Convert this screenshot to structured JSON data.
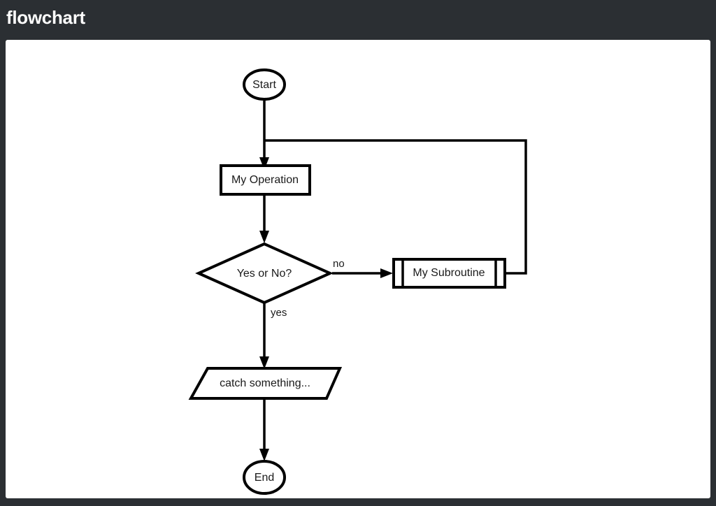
{
  "header": {
    "title": "flowchart",
    "background_color": "#2b2f33",
    "text_color": "#ffffff"
  },
  "canvas": {
    "background_color": "#ffffff",
    "stroke_color": "#000000",
    "label_color": "#1a1a1a"
  },
  "diagram": {
    "type": "flowchart",
    "nodes": [
      {
        "id": "start",
        "shape": "ellipse",
        "label": "Start"
      },
      {
        "id": "op",
        "shape": "rectangle",
        "label": "My Operation"
      },
      {
        "id": "cond",
        "shape": "diamond",
        "label": "Yes or No?"
      },
      {
        "id": "sub",
        "shape": "subroutine",
        "label": "My Subroutine"
      },
      {
        "id": "io",
        "shape": "parallelogram",
        "label": "catch something..."
      },
      {
        "id": "end",
        "shape": "ellipse",
        "label": "End"
      }
    ],
    "edges": [
      {
        "from": "start",
        "to": "op",
        "label": ""
      },
      {
        "from": "op",
        "to": "cond",
        "label": ""
      },
      {
        "from": "cond",
        "to": "sub",
        "label": "no"
      },
      {
        "from": "cond",
        "to": "io",
        "label": "yes"
      },
      {
        "from": "sub",
        "to": "op",
        "label": ""
      },
      {
        "from": "io",
        "to": "end",
        "label": ""
      }
    ],
    "edge_labels": {
      "no": "no",
      "yes": "yes"
    }
  }
}
